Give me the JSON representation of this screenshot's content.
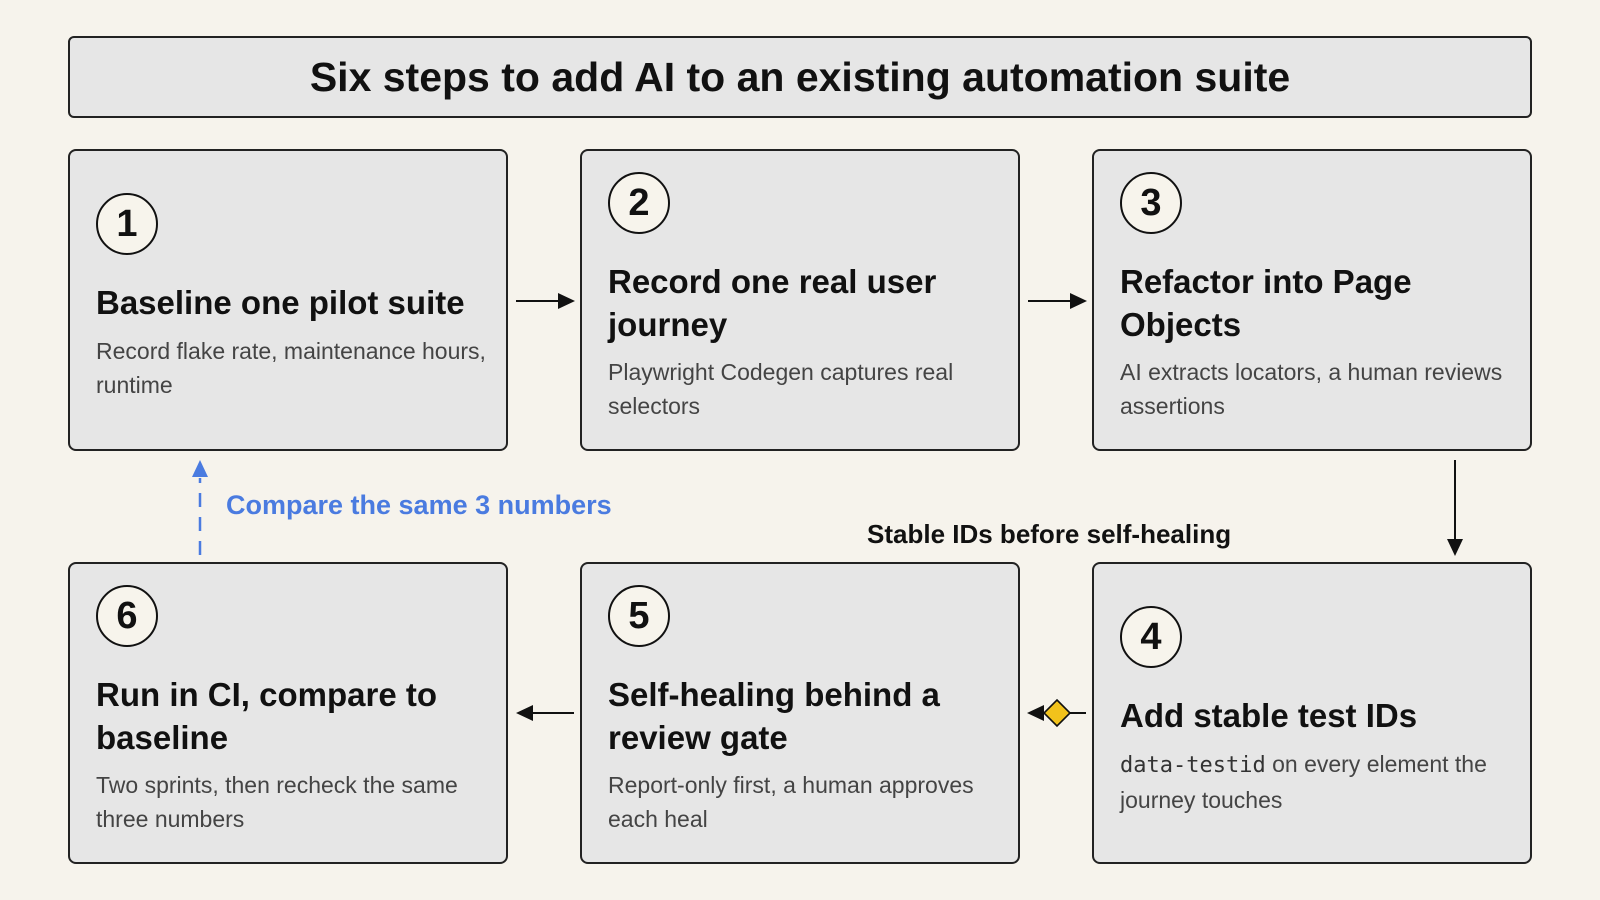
{
  "title": "Six steps to add AI to an existing automation suite",
  "steps": [
    {
      "number": "1",
      "title": "Baseline one pilot suite",
      "desc": "Record flake rate, maintenance hours, runtime"
    },
    {
      "number": "2",
      "title": "Record one real user journey",
      "desc": "Playwright Codegen captures real selectors"
    },
    {
      "number": "3",
      "title": "Refactor into Page Objects",
      "desc": "AI extracts locators, a human reviews assertions"
    },
    {
      "number": "4",
      "title": "Add stable test IDs",
      "desc_code": "data-testid",
      "desc": " on every element the journey touches"
    },
    {
      "number": "5",
      "title": "Self-healing behind a review gate",
      "desc": "Report-only first, a human approves each heal"
    },
    {
      "number": "6",
      "title": "Run in CI, compare to baseline",
      "desc": "Two sprints, then recheck the same three numbers"
    }
  ],
  "annotations": {
    "loop_back": "Compare the same 3 numbers",
    "gate_note": "Stable IDs before self-healing"
  },
  "colors": {
    "background": "#f6f3ec",
    "card_fill": "#e6e6e6",
    "loop_accent": "#4a7be0",
    "gate_diamond": "#f2c21b"
  }
}
